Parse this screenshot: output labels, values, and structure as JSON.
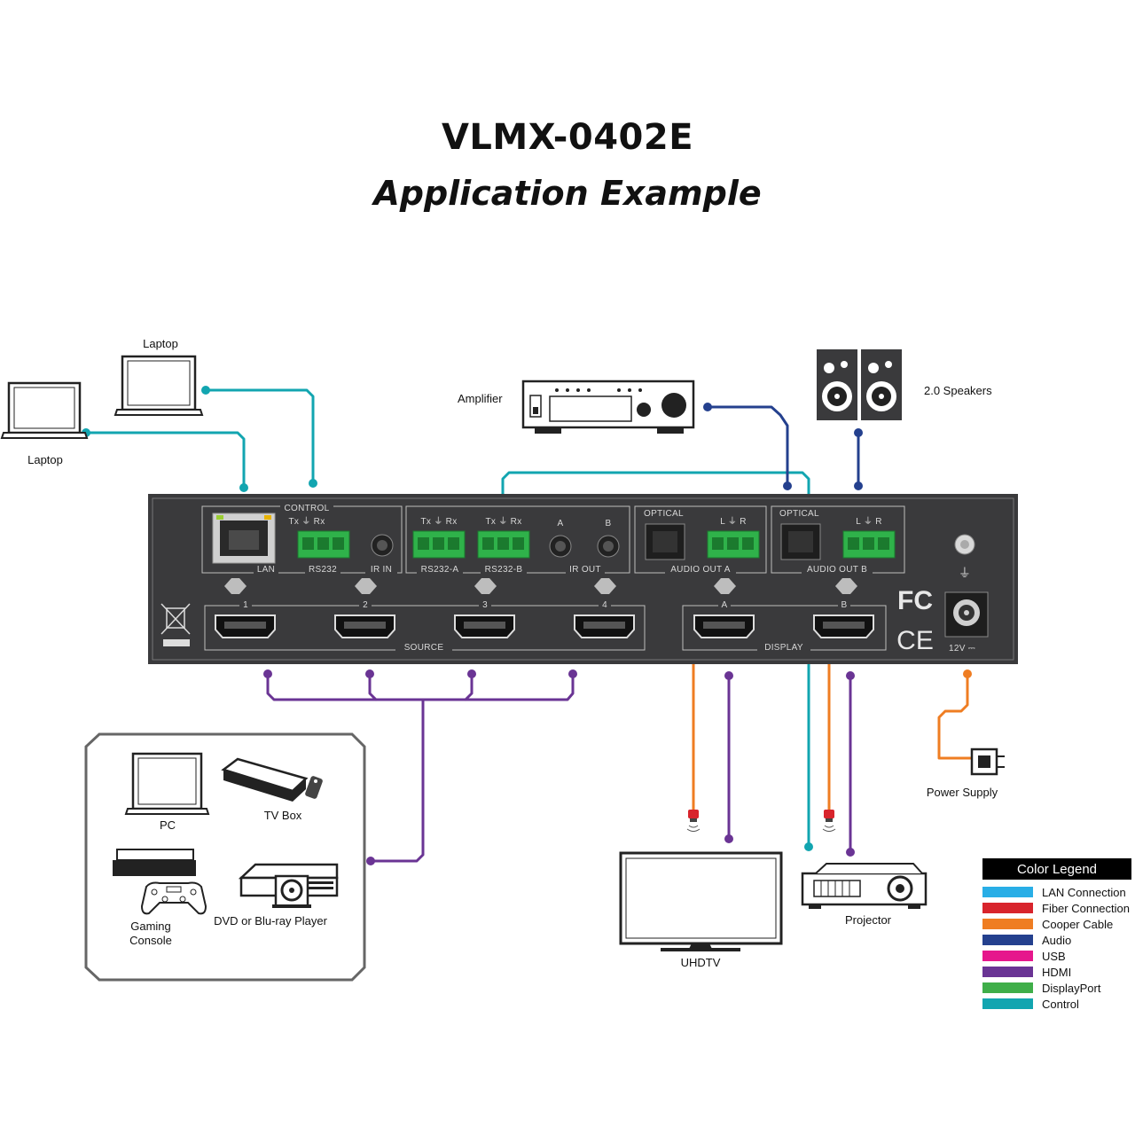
{
  "title": {
    "line1": "VLMX-0402E",
    "line2": "Application Example"
  },
  "devices": {
    "laptop_top": "Laptop",
    "laptop_left": "Laptop",
    "amplifier": "Amplifier",
    "speakers": "2.0 Speakers",
    "power_supply": "Power Supply",
    "uhdtv": "UHDTV",
    "projector": "Projector",
    "pc": "PC",
    "tv_box": "TV Box",
    "gaming_console": [
      "Gaming",
      "Console"
    ],
    "dvd_player": "DVD or Blu-ray Player"
  },
  "panel": {
    "control": "CONTROL",
    "lan": "LAN",
    "rs232": "RS232",
    "ir_in": "IR IN",
    "tx": "Tx",
    "rx": "Rx",
    "rs232a": "RS232-A",
    "rs232b": "RS232-B",
    "a": "A",
    "b": "B",
    "ir_out": "IR OUT",
    "optical": "OPTICAL",
    "l": "L",
    "r": "R",
    "audio_out_a": "AUDIO OUT A",
    "audio_out_b": "AUDIO OUT B",
    "source": "SOURCE",
    "display": "DISPLAY",
    "source_numbers": [
      "1",
      "2",
      "3",
      "4"
    ],
    "display_letters": [
      "A",
      "B"
    ],
    "power": "12V ⎓",
    "fc": "FC",
    "ce": "CE"
  },
  "legend": {
    "title": "Color Legend",
    "items": [
      {
        "label": "LAN Connection",
        "color": "#29aee6"
      },
      {
        "label": "Fiber Connection",
        "color": "#d8242c"
      },
      {
        "label": "Cooper Cable",
        "color": "#ef7d22"
      },
      {
        "label": "Audio",
        "color": "#24408e"
      },
      {
        "label": "USB",
        "color": "#e6178c"
      },
      {
        "label": "HDMI",
        "color": "#6a3494"
      },
      {
        "label": "DisplayPort",
        "color": "#3fae49"
      },
      {
        "label": "Control",
        "color": "#12a5b0"
      }
    ]
  },
  "colors": {
    "control": "#12a5b0",
    "hdmi": "#6a3494",
    "audio": "#24408e",
    "copper": "#ef7d22",
    "fiber": "#d8242c",
    "panel": "#3a3a3c"
  }
}
